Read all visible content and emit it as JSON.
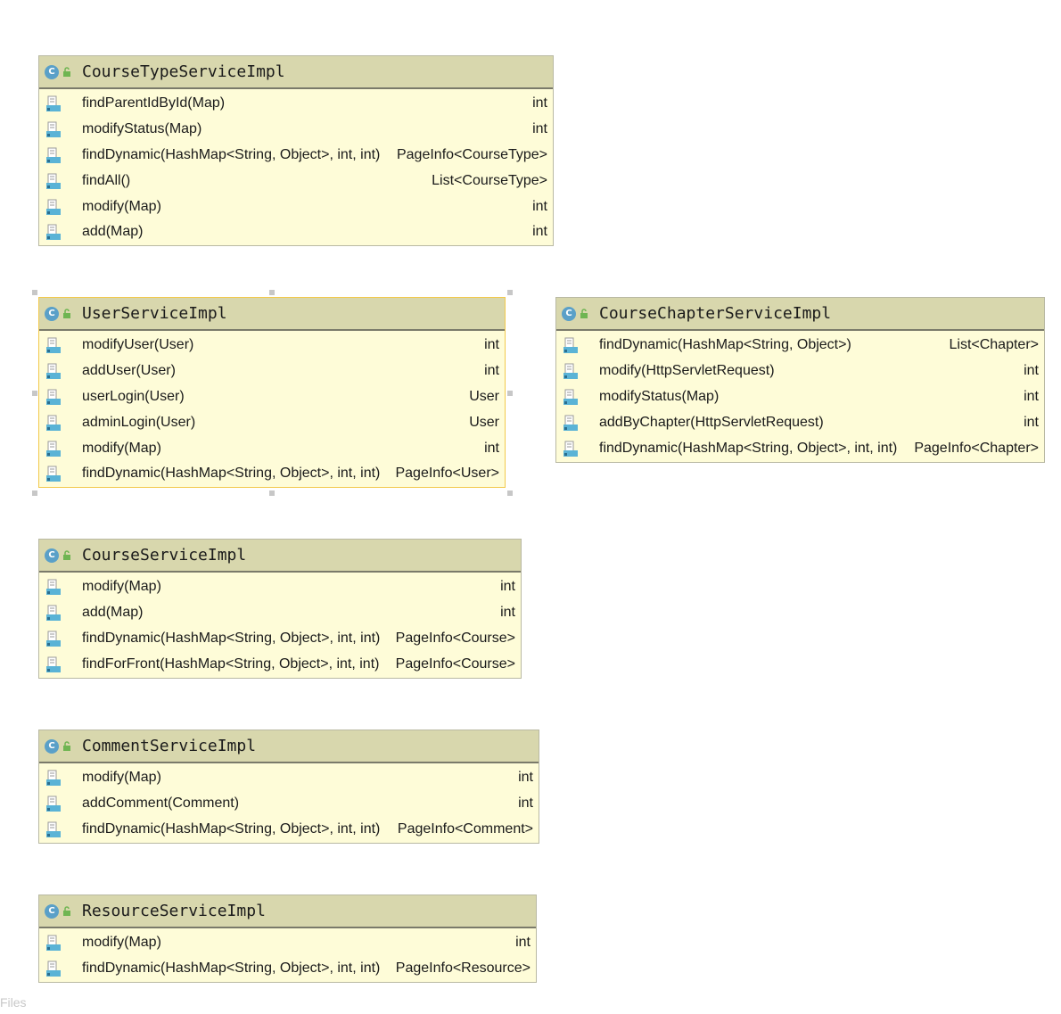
{
  "classes": [
    {
      "name": "CourseTypeServiceImpl",
      "methods": [
        {
          "sig": "findParentIdById(Map)",
          "ret": "int"
        },
        {
          "sig": "modifyStatus(Map)",
          "ret": "int"
        },
        {
          "sig": "findDynamic(HashMap<String, Object>, int, int)",
          "ret": "PageInfo<CourseType>"
        },
        {
          "sig": "findAll()",
          "ret": "List<CourseType>"
        },
        {
          "sig": "modify(Map)",
          "ret": "int"
        },
        {
          "sig": "add(Map)",
          "ret": "int"
        }
      ]
    },
    {
      "name": "UserServiceImpl",
      "methods": [
        {
          "sig": "modifyUser(User)",
          "ret": "int"
        },
        {
          "sig": "addUser(User)",
          "ret": "int"
        },
        {
          "sig": "userLogin(User)",
          "ret": "User"
        },
        {
          "sig": "adminLogin(User)",
          "ret": "User"
        },
        {
          "sig": "modify(Map)",
          "ret": "int"
        },
        {
          "sig": "findDynamic(HashMap<String, Object>, int, int)",
          "ret": "PageInfo<User>"
        }
      ]
    },
    {
      "name": "CourseChapterServiceImpl",
      "methods": [
        {
          "sig": "findDynamic(HashMap<String, Object>)",
          "ret": "List<Chapter>"
        },
        {
          "sig": "modify(HttpServletRequest)",
          "ret": "int"
        },
        {
          "sig": "modifyStatus(Map)",
          "ret": "int"
        },
        {
          "sig": "addByChapter(HttpServletRequest)",
          "ret": "int"
        },
        {
          "sig": "findDynamic(HashMap<String, Object>, int, int)",
          "ret": "PageInfo<Chapter>"
        }
      ]
    },
    {
      "name": "CourseServiceImpl",
      "methods": [
        {
          "sig": "modify(Map)",
          "ret": "int"
        },
        {
          "sig": "add(Map)",
          "ret": "int"
        },
        {
          "sig": "findDynamic(HashMap<String, Object>, int, int)",
          "ret": "PageInfo<Course>"
        },
        {
          "sig": "findForFront(HashMap<String, Object>, int, int)",
          "ret": "PageInfo<Course>"
        }
      ]
    },
    {
      "name": "CommentServiceImpl",
      "methods": [
        {
          "sig": "modify(Map)",
          "ret": "int"
        },
        {
          "sig": "addComment(Comment)",
          "ret": "int"
        },
        {
          "sig": "findDynamic(HashMap<String, Object>, int, int)",
          "ret": "PageInfo<Comment>"
        }
      ]
    },
    {
      "name": "ResourceServiceImpl",
      "methods": [
        {
          "sig": "modify(Map)",
          "ret": "int"
        },
        {
          "sig": "findDynamic(HashMap<String, Object>, int, int)",
          "ret": "PageInfo<Resource>"
        }
      ]
    }
  ],
  "class_icon_letter": "C",
  "selected_class": "UserServiceImpl",
  "footer": "Files",
  "colors": {
    "header": "#d8d7ad",
    "body": "#fefcd8",
    "selection": "#f2c94c",
    "class_icon": "#5aa0c8"
  }
}
